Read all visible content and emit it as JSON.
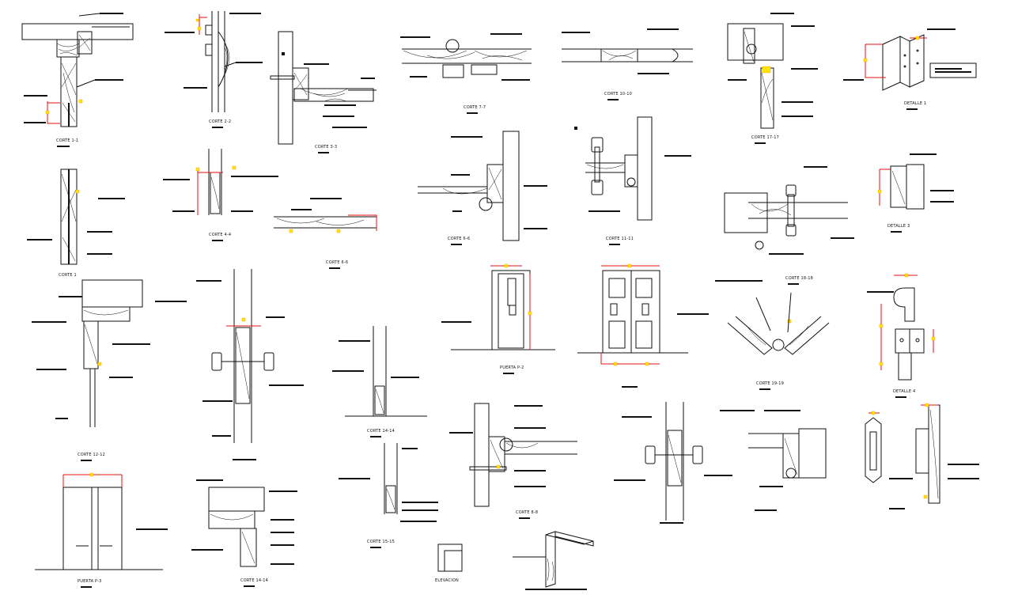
{
  "labels": {
    "c1_1": "CORTE 1-1",
    "c2_2": "CORTE 2-2",
    "c3_3": "CORTE 3-3",
    "c7_7": "CORTE 7-7",
    "c10_10": "CORTE 10-10",
    "c17_17": "CORTE 17-17",
    "det1": "DETALLE 1",
    "c4_4": "CORTE 4-4",
    "c6_6a": "CORTE 6-6",
    "c6_6b": "CORTE 6-6",
    "c11_11": "CORTE 11-11",
    "c18_18": "CORTE 18-18",
    "det3": "DETALLE 3",
    "corte_top": "CORTE 1",
    "puerta_p2": "PUERTA P-2",
    "c19_19": "CORTE 19-19",
    "det4": "DETALLE 4",
    "c12_12": "CORTE 12-12",
    "c14_14a": "CORTE 14-14",
    "c8_8": "CORTE 8-8",
    "puerta_p3": "PUERTA P-3",
    "c14_14b": "CORTE 14-14",
    "c15_15": "CORTE 15-15",
    "elevacion": "ELEVACION"
  },
  "colors": {
    "line": "#111111",
    "dimension": "#e01010",
    "marker": "#ffe600",
    "background": "#ffffff"
  }
}
